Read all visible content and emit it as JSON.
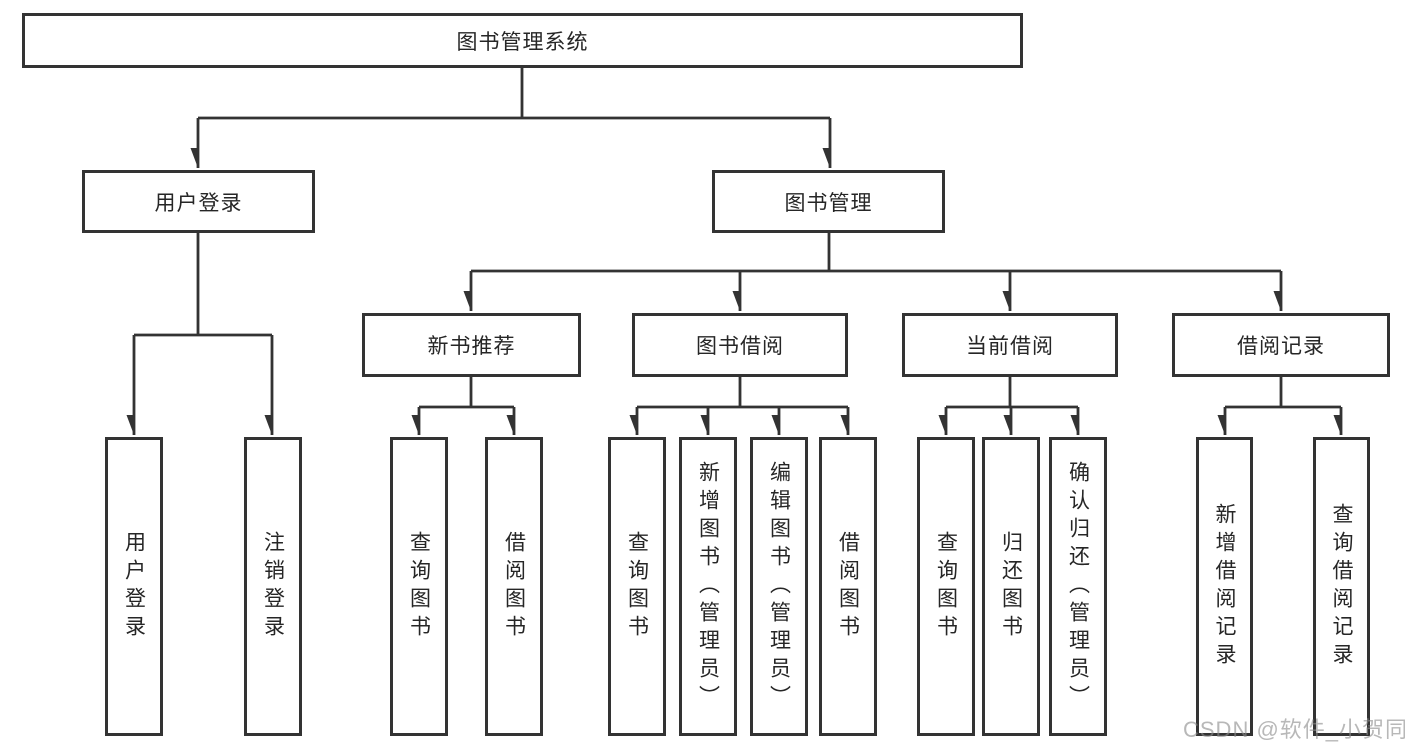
{
  "nodes": {
    "root": {
      "label": "图书管理系统"
    },
    "user_login": {
      "label": "用户登录"
    },
    "book_mgmt": {
      "label": "图书管理"
    },
    "new_book_rec": {
      "label": "新书推荐"
    },
    "book_borrow": {
      "label": "图书借阅"
    },
    "current_borrow": {
      "label": "当前借阅"
    },
    "borrow_records": {
      "label": "借阅记录"
    },
    "v_user_login": {
      "label": "用户登录"
    },
    "v_logout": {
      "label": "注销登录"
    },
    "v_query_book_1": {
      "label": "查询图书"
    },
    "v_borrow_book_1": {
      "label": "借阅图书"
    },
    "v_query_book_2": {
      "label": "查询图书"
    },
    "v_add_book": {
      "label": "新增图书（管理员）"
    },
    "v_edit_book": {
      "label": "编辑图书（管理员）"
    },
    "v_borrow_book_2": {
      "label": "借阅图书"
    },
    "v_query_book_3": {
      "label": "查询图书"
    },
    "v_return_book": {
      "label": "归还图书"
    },
    "v_confirm_return": {
      "label": "确认归还（管理员）"
    },
    "v_add_record": {
      "label": "新增借阅记录"
    },
    "v_query_record": {
      "label": "查询借阅记录"
    }
  },
  "watermark": {
    "text": "CSDN @软件_小贺同学"
  },
  "colors": {
    "line": "#333333",
    "box_border": "#333333",
    "box_fill": "#ffffff",
    "text": "#262626",
    "background": "#ffffff",
    "watermark": "#8c8c8c"
  }
}
